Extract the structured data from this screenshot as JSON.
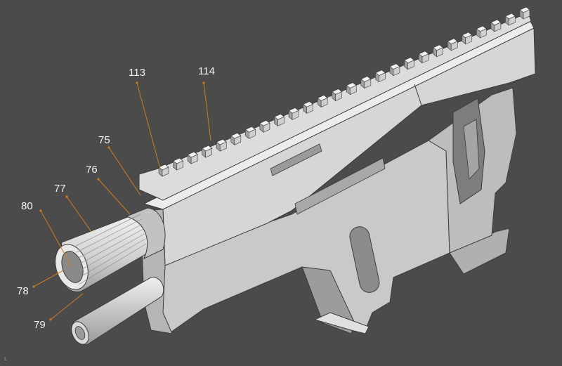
{
  "viewport": {
    "background": "#4b4b4b",
    "corner_mark": "ʟ"
  },
  "model": {
    "body_color": "#d4d4d4",
    "light_color": "#ededed",
    "shadow_color": "#a9a9a9",
    "dark_color": "#7c7c7c",
    "edge_color": "#3c3c3c"
  },
  "callouts": {
    "line_color": "#d07a1e",
    "labels": {
      "c113": "113",
      "c114": "114",
      "c75": "75",
      "c76": "76",
      "c77": "77",
      "c80": "80",
      "c78": "78",
      "c79": "79"
    }
  }
}
